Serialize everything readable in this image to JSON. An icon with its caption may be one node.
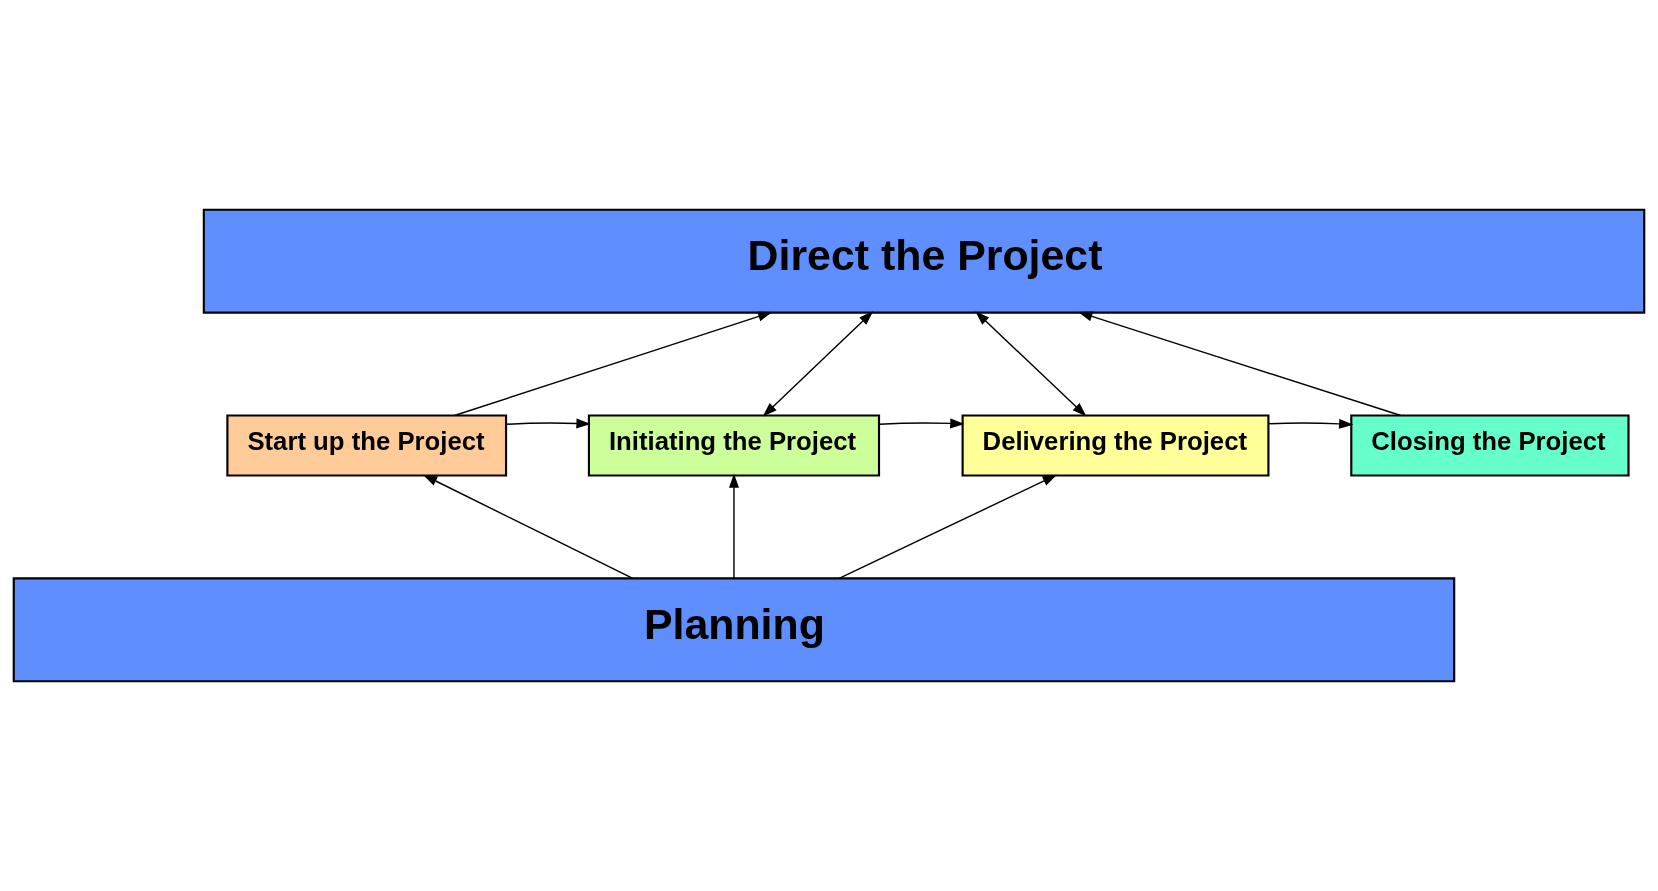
{
  "diagram": {
    "nodes": [
      {
        "text": [
          "Direct the Project"
        ]
      },
      {
        "text": [
          "Start up the Project"
        ]
      },
      {
        "text": [
          "Initiating the Project"
        ]
      },
      {
        "text": [
          "Delivering the Project"
        ]
      },
      {
        "text": [
          "Closing the Project"
        ]
      },
      {
        "text": [
          "Planning"
        ]
      }
    ],
    "edges": [
      {
        "from": 1,
        "to": 0,
        "arrow": "to"
      },
      {
        "from": 0,
        "to": 2,
        "arrow": "both"
      },
      {
        "from": 0,
        "to": 3,
        "arrow": "both"
      },
      {
        "from": 4,
        "to": 0,
        "arrow": "to"
      },
      {
        "from": 1,
        "to": 2,
        "arrow": "to"
      },
      {
        "from": 2,
        "to": 3,
        "arrow": "to"
      },
      {
        "from": 3,
        "to": 4,
        "arrow": "to"
      },
      {
        "from": 5,
        "to": 1,
        "arrow": "to"
      },
      {
        "from": 5,
        "to": 2,
        "arrow": "to"
      },
      {
        "from": 5,
        "to": 3,
        "arrow": "to"
      }
    ]
  }
}
